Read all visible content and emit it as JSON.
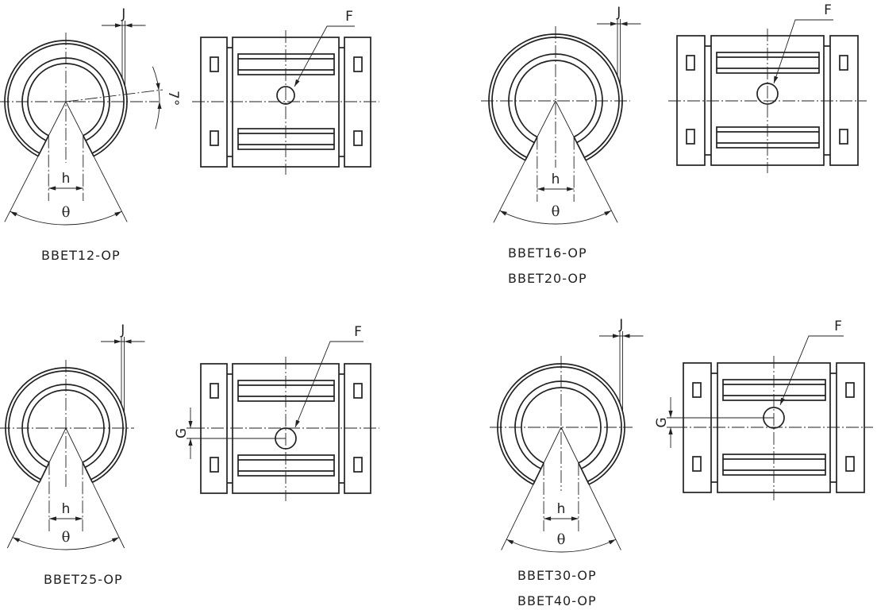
{
  "labels": {
    "J": "J",
    "F": "F",
    "h": "h",
    "theta": "θ",
    "G": "G",
    "angle": "7°"
  },
  "panels": [
    {
      "models": [
        "BBET12-OP"
      ]
    },
    {
      "models": [
        "BBET16-OP",
        "BBET20-OP"
      ]
    },
    {
      "models": [
        "BBET25-OP"
      ]
    },
    {
      "models": [
        "BBET30-OP",
        "BBET40-OP"
      ]
    }
  ]
}
